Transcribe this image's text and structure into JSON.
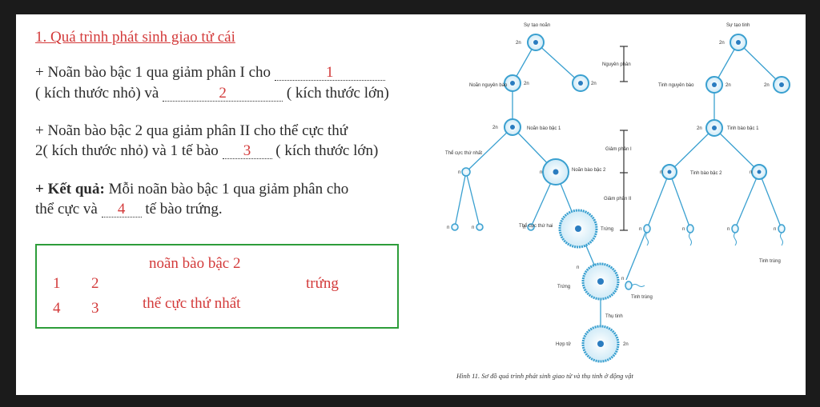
{
  "section_title": "1. Quá trình phát sinh giao tử cái",
  "line1": {
    "text": "+ Noãn bào bậc 1 qua giảm phân I cho",
    "blank1": "1",
    "text2": "( kích thước nhỏ) và",
    "blank2": "2",
    "text3": "( kích thước lớn)"
  },
  "line2": {
    "text": "+ Noãn bào bậc 2 qua giảm phân II cho thể cực thứ",
    "text2": "2( kích thước nhỏ) và 1 tế bào",
    "blank3": "3",
    "text3": "( kích thước lớn)"
  },
  "result": {
    "label": "+ Kết quả:",
    "text": "Mỗi noãn bào bậc 1 qua giảm phân cho",
    "text2": "thể cực và",
    "blank4": "4",
    "text3": "tế bào trứng."
  },
  "answers": {
    "n1": "1",
    "n2": "2",
    "n4": "4",
    "n3": "3",
    "a_noan": "noãn bào bậc 2",
    "a_trung": "trứng",
    "a_theuc": "thể cực thứ nhất"
  },
  "diagram": {
    "su_tao_noan": "Sự tạo noãn",
    "su_tao_tinh": "Sự tạo tinh",
    "nguyen_phan": "Nguyên phân",
    "giam_phan_1": "Giảm phân I",
    "giam_phan_2": "Giảm phân II",
    "noan_nguyen_bao": "Noãn nguyên bào",
    "tinh_nguyen_bao": "Tinh nguyên bào",
    "noan_bao_bac_1": "Noãn bào bậc 1",
    "tinh_bao_bac_1": "Tinh bào bậc 1",
    "the_cuc_thu_nhat": "Thể cực thứ nhất",
    "noan_bao_bac_2": "Noãn bào bậc 2",
    "tinh_bao_bac_2": "Tinh bào bậc 2",
    "the_cuc_thu_hai": "Thể cực thứ hai",
    "trung": "Trứng",
    "tinh_trung": "Tinh trùng",
    "thu_tinh": "Thụ tinh",
    "hop_tu": "Hợp tử",
    "n2": "2n",
    "n": "n",
    "caption": "Hình 11. Sơ đồ quá trình phát sinh giao tử và thụ tinh ở động vật"
  }
}
